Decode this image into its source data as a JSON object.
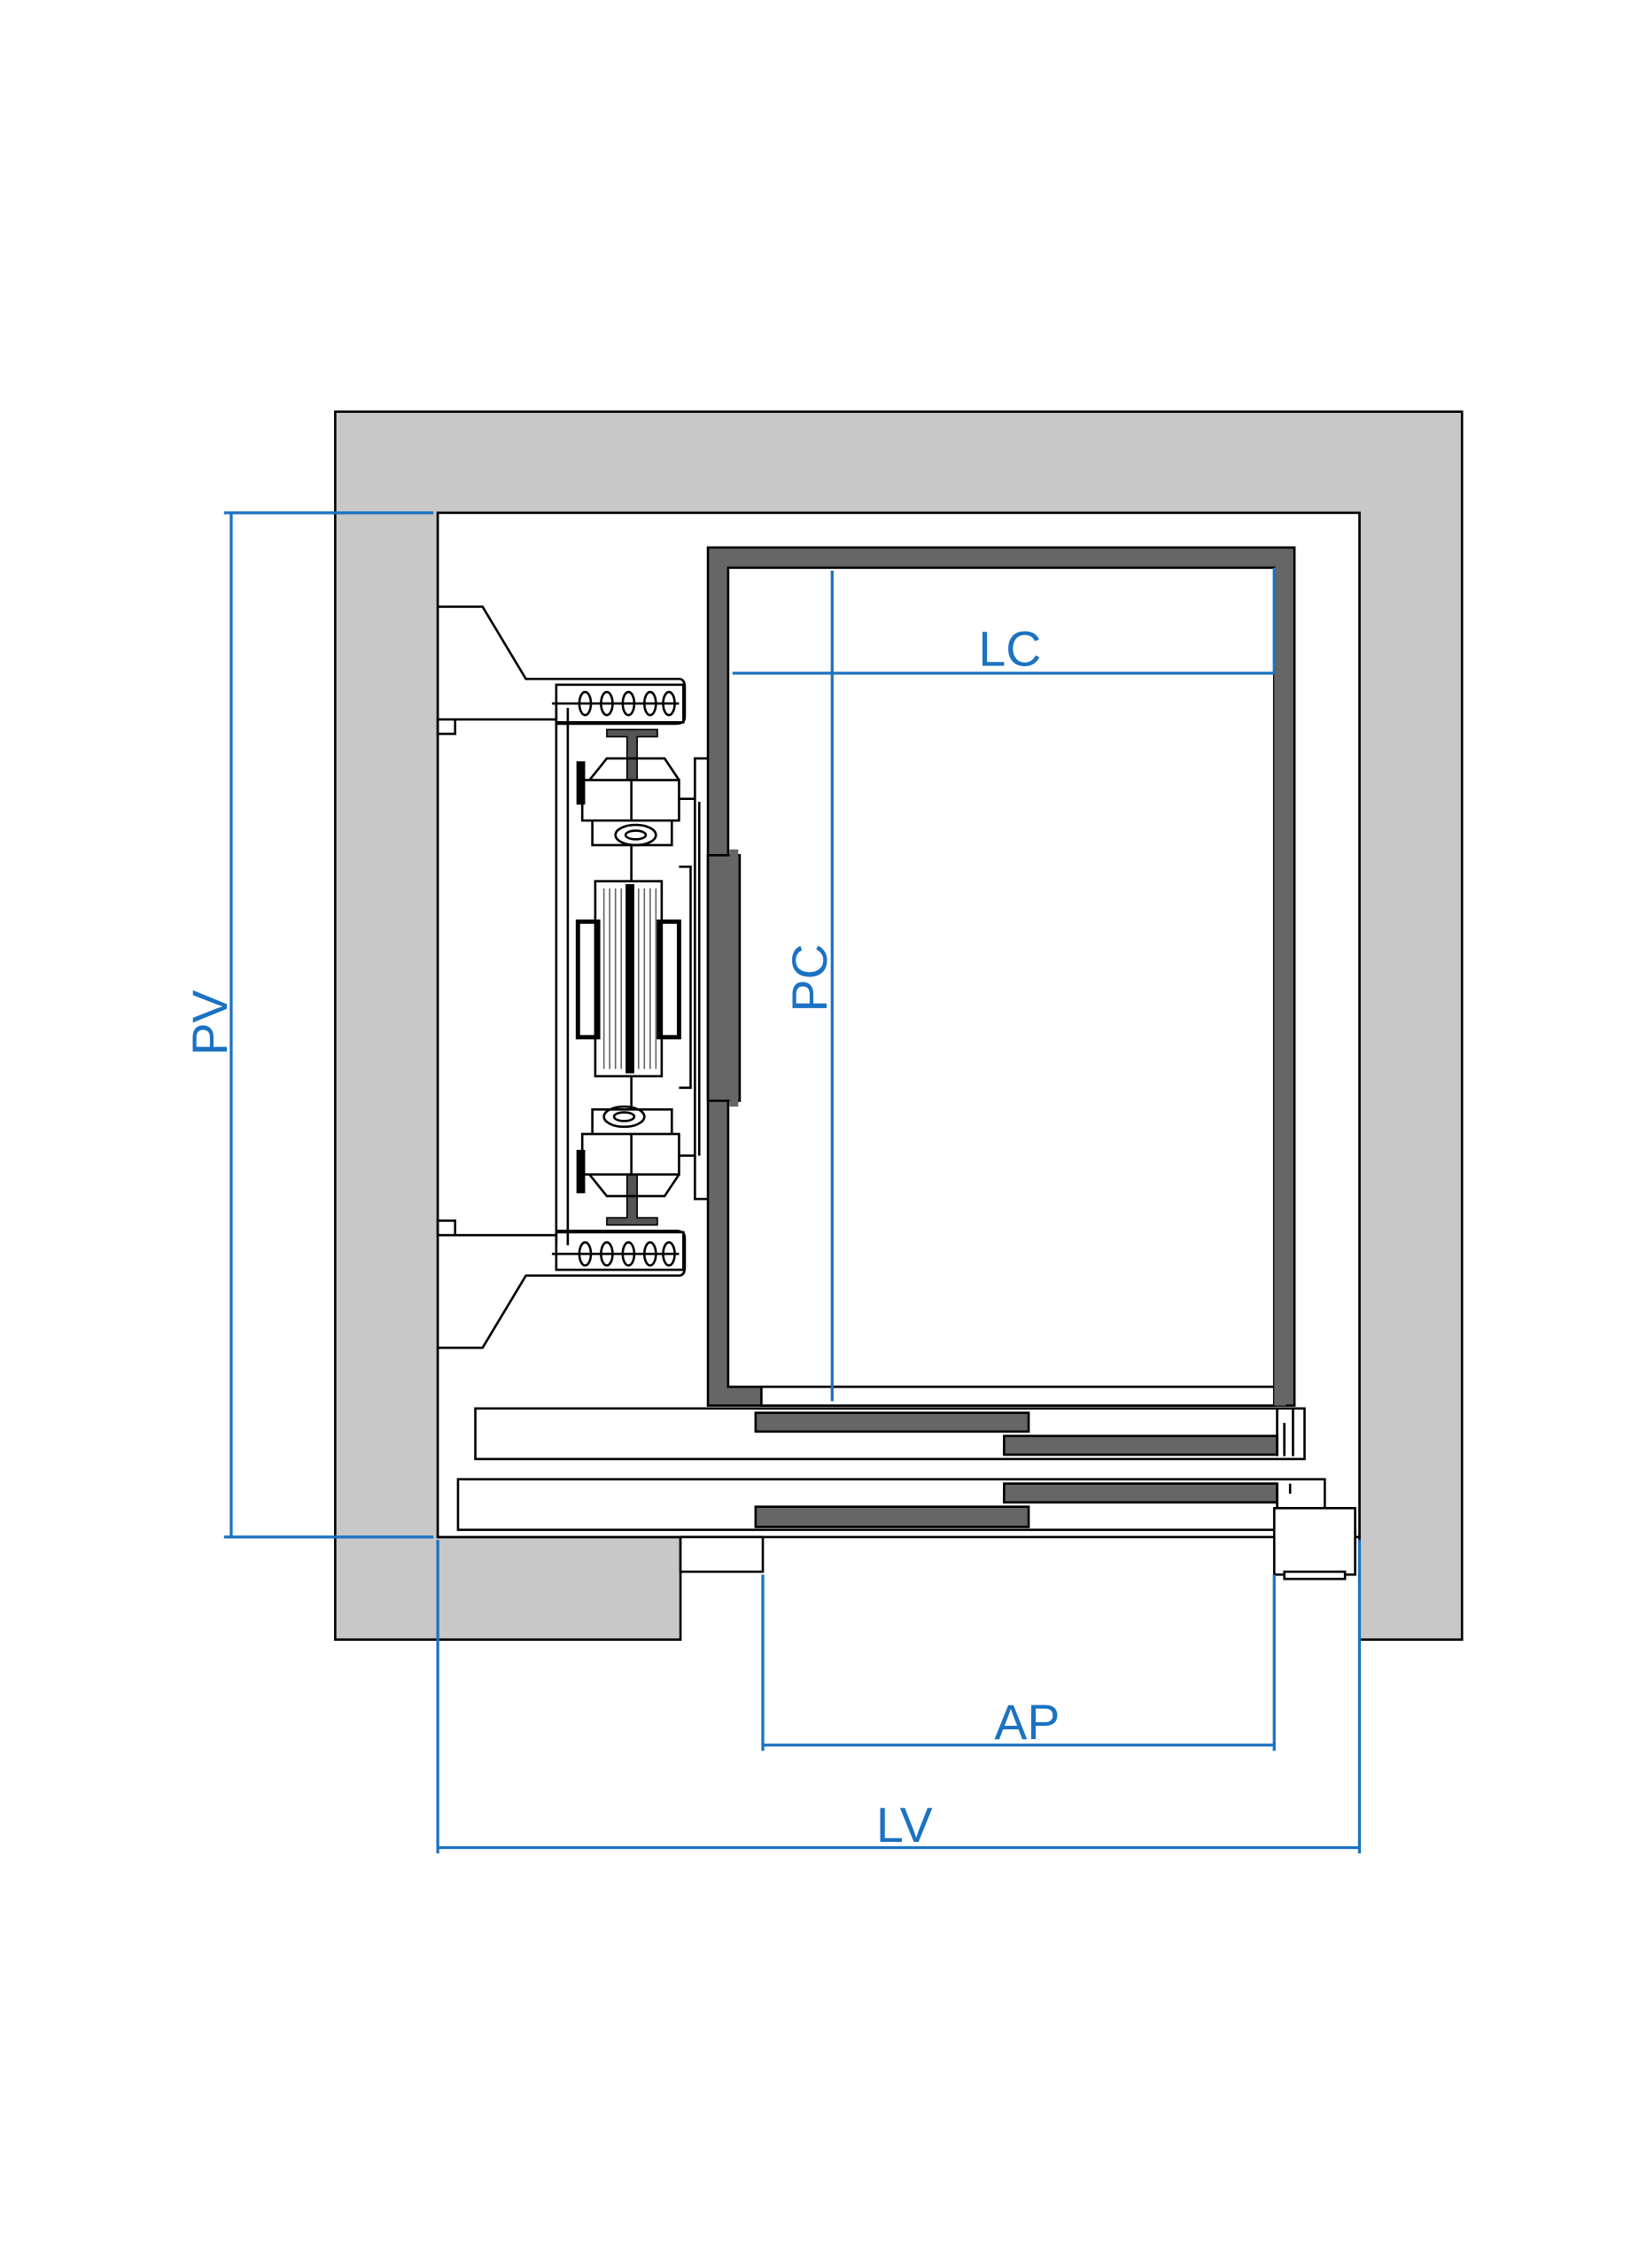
{
  "diagram": {
    "type": "elevator shaft plan view",
    "dimensions": {
      "pv": "PV",
      "lc": "LC",
      "pc": "PC",
      "ap": "AP",
      "lv": "LV"
    },
    "colors": {
      "dimension": "#1b72c2",
      "wall": "#c8c8c8",
      "car_wall": "#666666"
    }
  }
}
